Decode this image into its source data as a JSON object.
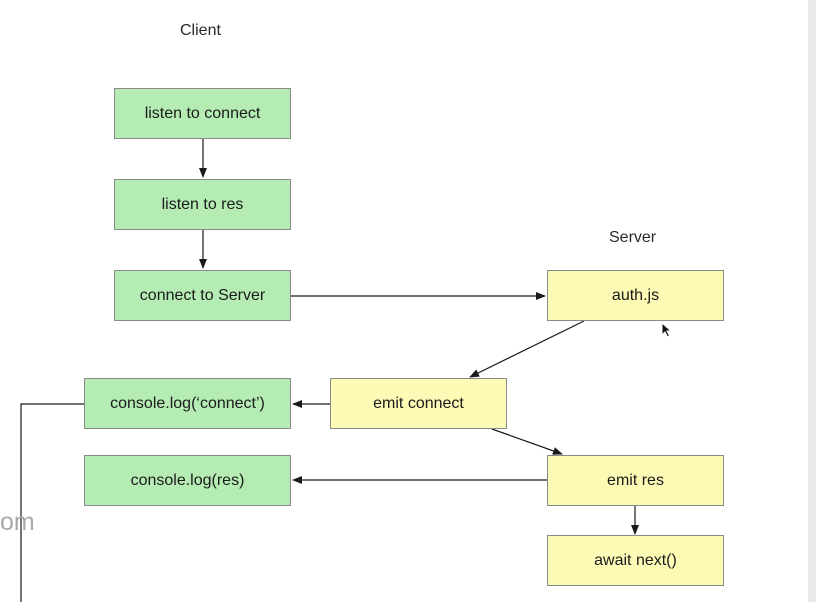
{
  "lanes": {
    "client": "Client",
    "server": "Server"
  },
  "nodes": {
    "listen_connect": "listen to connect",
    "listen_res": "listen to res",
    "connect_server": "connect to Server",
    "auth": "auth.js",
    "emit_connect": "emit connect",
    "console_connect": "console.log(‘connect’)",
    "emit_res": "emit res",
    "console_res": "console.log(res)",
    "await_next": "await next()"
  },
  "watermark": "om",
  "colors": {
    "client_fill": "#b4ecb4",
    "server_fill": "#fdfab6",
    "border": "#8a8a8a",
    "line": "#1a1a1a"
  }
}
